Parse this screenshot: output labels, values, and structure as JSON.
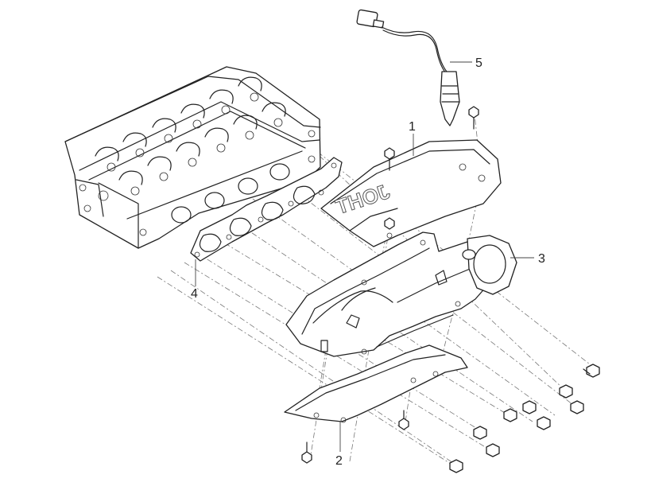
{
  "callouts": {
    "c1": "1",
    "c2": "2",
    "c3": "3",
    "c4": "4",
    "c5": "5"
  },
  "parts": [
    {
      "callout": "1",
      "item": "exhaust-manifold-heat-shield"
    },
    {
      "callout": "2",
      "item": "lower-heat-shield"
    },
    {
      "callout": "3",
      "item": "exhaust-manifold"
    },
    {
      "callout": "4",
      "item": "exhaust-manifold-gasket"
    },
    {
      "callout": "5",
      "item": "oxygen-sensor"
    }
  ],
  "heat_shield_embossing": "JOHT",
  "colors": {
    "line": "#222222",
    "centerline": "#777777",
    "background": "#ffffff"
  }
}
